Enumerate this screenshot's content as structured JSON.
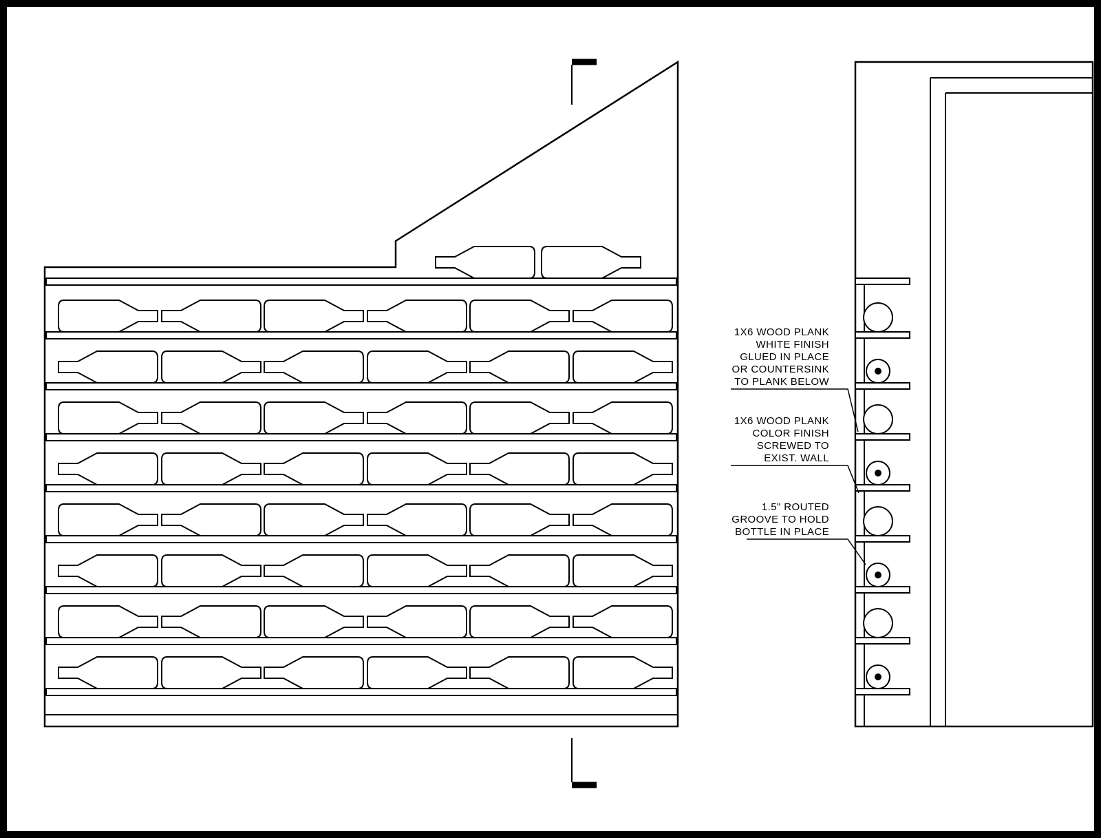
{
  "annotations": {
    "plank_white": {
      "lines": [
        "1X6 WOOD PLANK",
        "WHITE FINISH",
        "GLUED IN PLACE",
        "OR COUNTERSINK",
        "TO PLANK BELOW"
      ]
    },
    "plank_color": {
      "lines": [
        "1X6 WOOD PLANK",
        "COLOR FINISH",
        "SCREWED TO",
        "EXIST. WALL"
      ]
    },
    "groove": {
      "lines": [
        "1.5\" ROUTED",
        "GROOVE TO HOLD",
        "BOTTLE IN PLACE"
      ]
    }
  },
  "colors": {
    "ink": "#000000",
    "paper": "#ffffff"
  }
}
